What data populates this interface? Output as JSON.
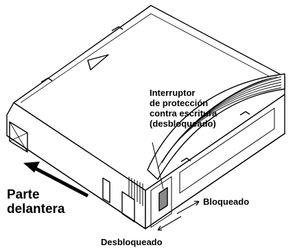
{
  "callout": {
    "lines": [
      "Interruptor",
      "de protección",
      "contra escritura",
      "(desbloqueado)"
    ]
  },
  "front_label": {
    "lines": [
      "Parte",
      "delantera"
    ]
  },
  "locked_label": "Bloqueado",
  "unlocked_label": "Desbloqueado"
}
